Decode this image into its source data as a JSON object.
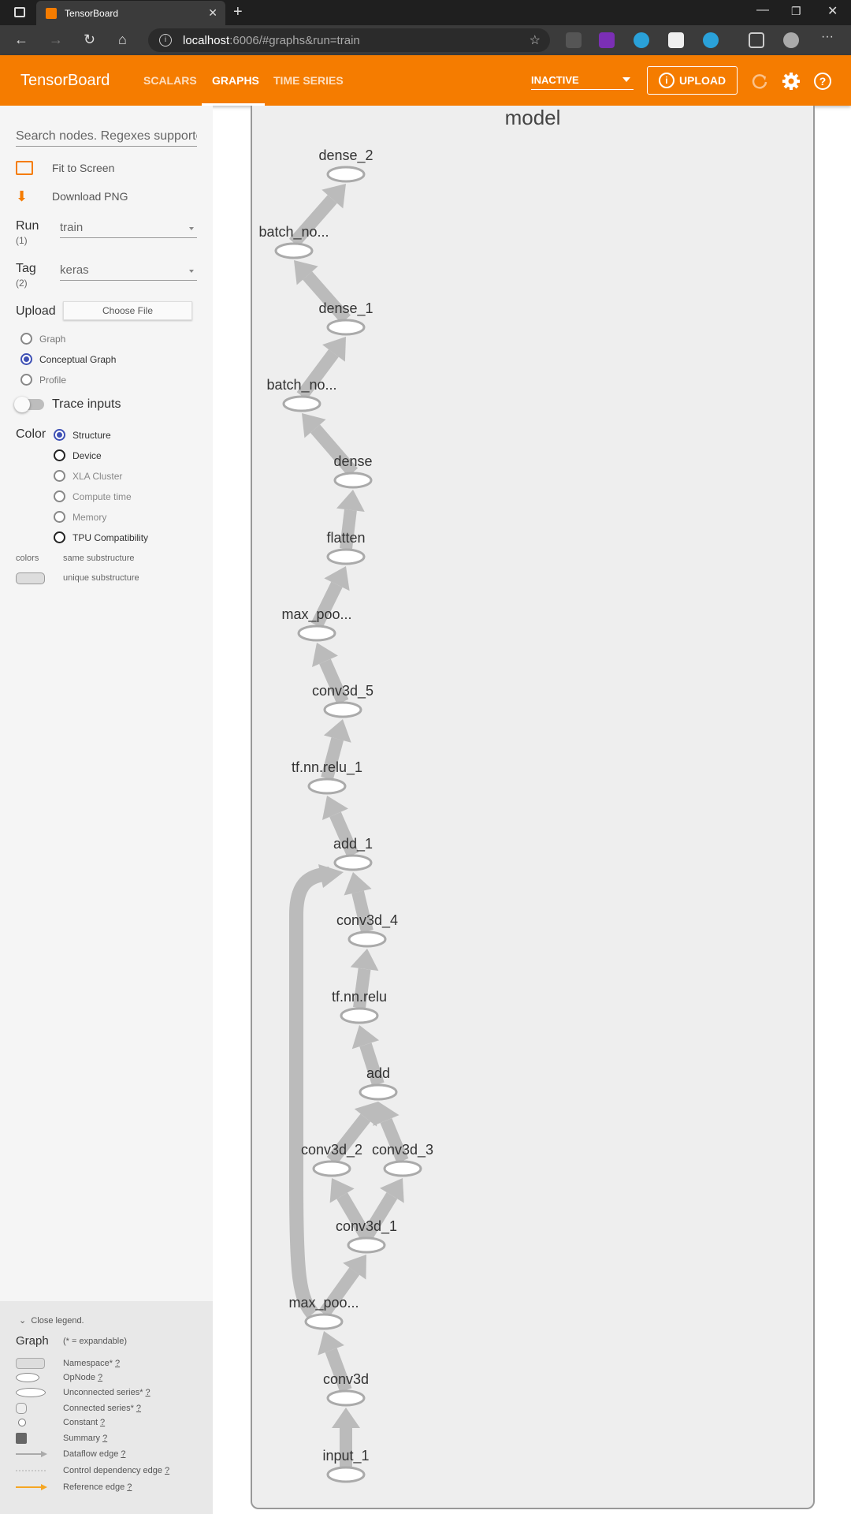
{
  "browser": {
    "tab_title": "TensorBoard",
    "url_host": "localhost",
    "url_path": ":6006/#graphs&run=train"
  },
  "header": {
    "brand": "TensorBoard",
    "tabs": [
      "SCALARS",
      "GRAPHS",
      "TIME SERIES"
    ],
    "active_tab": "GRAPHS",
    "status": "INACTIVE",
    "upload_label": "UPLOAD",
    "accent_color": "#f57c00"
  },
  "sidebar": {
    "search_placeholder": "Search nodes. Regexes supported.",
    "fit_label": "Fit to Screen",
    "download_label": "Download PNG",
    "run_label": "Run",
    "run_count": "(1)",
    "run_value": "train",
    "tag_label": "Tag",
    "tag_count": "(2)",
    "tag_value": "keras",
    "upload_label": "Upload",
    "choose_file": "Choose File",
    "graph_types": [
      "Graph",
      "Conceptual Graph",
      "Profile"
    ],
    "selected_graph_type": "Conceptual Graph",
    "trace_label": "Trace inputs",
    "color_label": "Color",
    "color_options": [
      "Structure",
      "Device",
      "XLA Cluster",
      "Compute time",
      "Memory",
      "TPU Compatibility"
    ],
    "selected_color": "Structure",
    "colors_label": "colors",
    "same_sub": "same substructure",
    "unique_sub": "unique substructure"
  },
  "legend": {
    "close_label": "Close legend.",
    "graph_label": "Graph",
    "expandable_note": "(* = expandable)",
    "items": [
      {
        "label": "Namespace*",
        "help": "?"
      },
      {
        "label": "OpNode",
        "help": "?"
      },
      {
        "label": "Unconnected series*",
        "help": "?"
      },
      {
        "label": "Connected series*",
        "help": "?"
      },
      {
        "label": "Constant",
        "help": "?"
      },
      {
        "label": "Summary",
        "help": "?"
      },
      {
        "label": "Dataflow edge",
        "help": "?"
      },
      {
        "label": "Control dependency edge",
        "help": "?"
      },
      {
        "label": "Reference edge",
        "help": "?"
      }
    ]
  },
  "graph": {
    "title": "model",
    "nodes": [
      "dense_2",
      "batch_no...",
      "dense_1",
      "batch_no...",
      "dense",
      "flatten",
      "max_poo...",
      "conv3d_5",
      "tf.nn.relu_1",
      "add_1",
      "conv3d_4",
      "tf.nn.relu",
      "add",
      "conv3d_2",
      "conv3d_3",
      "conv3d_1",
      "max_poo...",
      "conv3d",
      "input_1"
    ]
  }
}
